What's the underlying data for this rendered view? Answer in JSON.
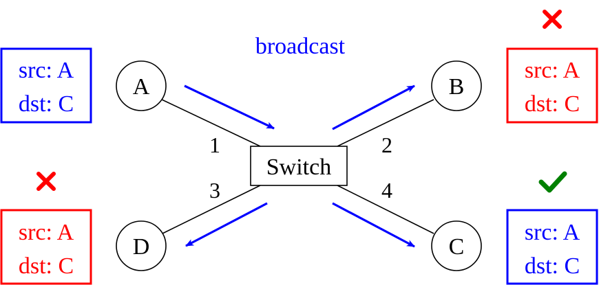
{
  "switch_label": "Switch",
  "broadcast_label": "broadcast",
  "nodes": {
    "A": "A",
    "B": "B",
    "C": "C",
    "D": "D"
  },
  "ports": {
    "p1": "1",
    "p2": "2",
    "p3": "3",
    "p4": "4"
  },
  "frames": {
    "A": {
      "line1": "src: A",
      "line2": "dst: C",
      "color": "#0000ff"
    },
    "B": {
      "line1": "src: A",
      "line2": "dst: C",
      "color": "#ff0000",
      "status": "rejected"
    },
    "D": {
      "line1": "src: A",
      "line2": "dst: C",
      "color": "#ff0000",
      "status": "rejected"
    },
    "C": {
      "line1": "src: A",
      "line2": "dst: C",
      "color": "#0000ff",
      "status": "accepted"
    }
  },
  "colors": {
    "arrow": "#0000ff",
    "reject": "#ff0000",
    "accept": "#008000",
    "line": "#000000"
  },
  "icons": {
    "reject": "cross-icon",
    "accept": "check-icon"
  }
}
